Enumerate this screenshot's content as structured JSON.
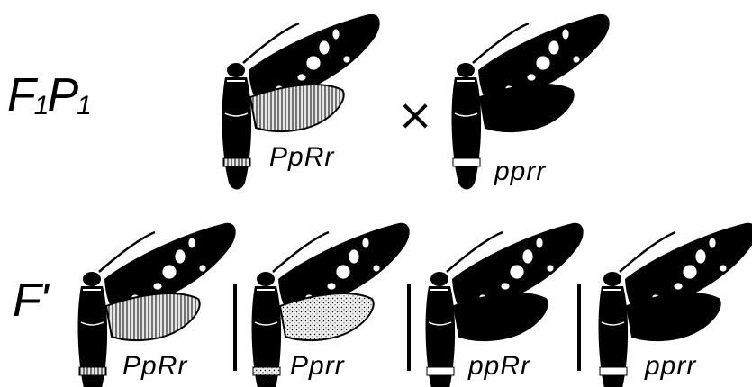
{
  "diagram": {
    "rows": [
      {
        "label": "F1P1",
        "cross_symbol": "×",
        "individuals": [
          {
            "genotype": "PpRr",
            "hindwing": "hatched"
          },
          {
            "genotype": "pprr",
            "hindwing": "black"
          }
        ]
      },
      {
        "label": "F'",
        "individuals": [
          {
            "genotype": "PpRr",
            "hindwing": "hatched"
          },
          {
            "genotype": "Pprr",
            "hindwing": "stippled"
          },
          {
            "genotype": "ppRr",
            "hindwing": "black"
          },
          {
            "genotype": "pprr",
            "hindwing": "black"
          }
        ]
      }
    ],
    "colors": {
      "ink": "#000000",
      "background": "#ffffff",
      "pale_fill": "#cfcfcf"
    }
  }
}
